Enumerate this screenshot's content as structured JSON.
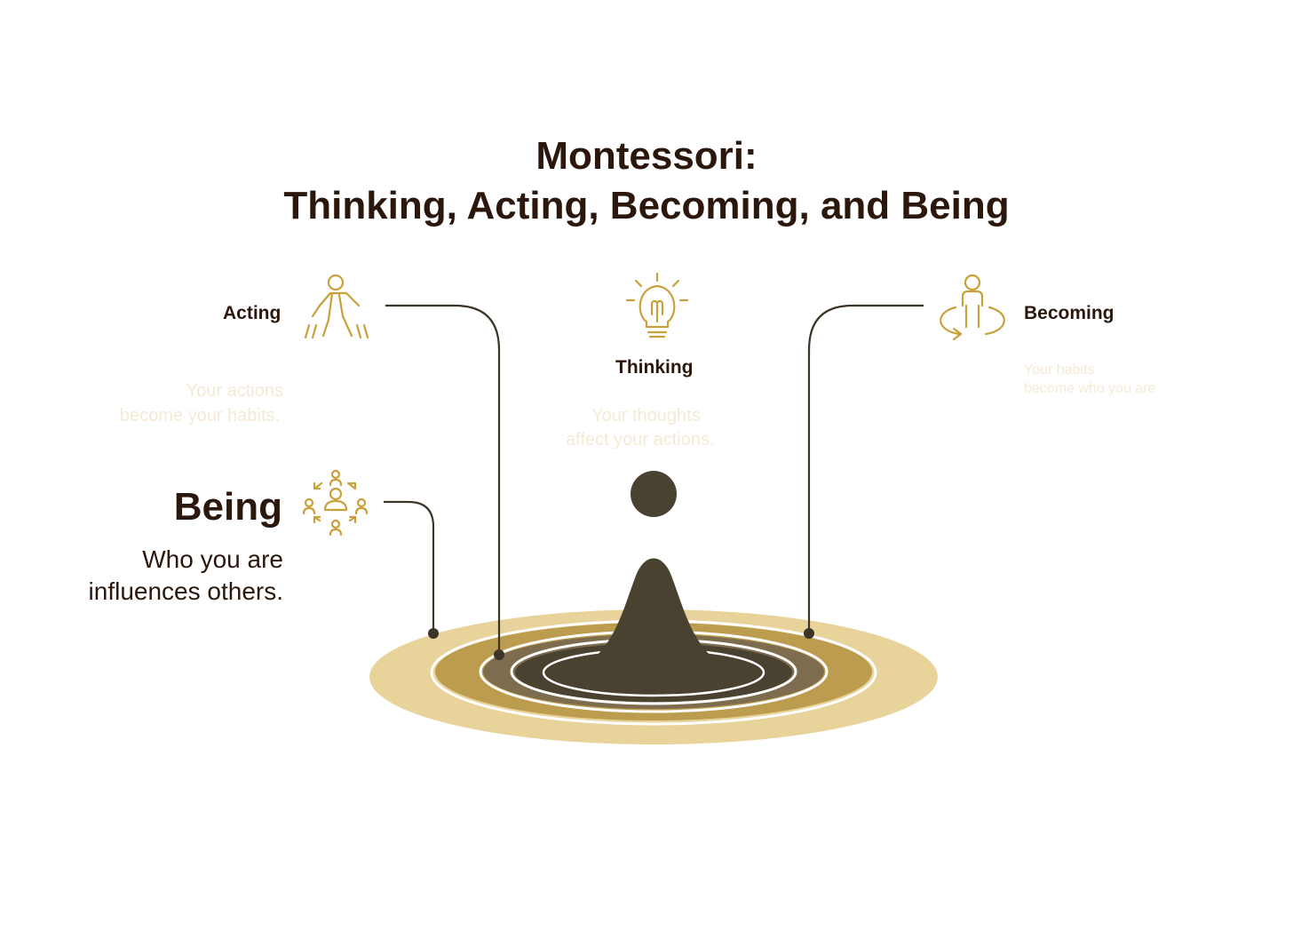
{
  "title": {
    "line1": "Montessori:",
    "line2": "Thinking, Acting, Becoming, and Being"
  },
  "stages": {
    "acting": {
      "label": "Acting",
      "icon": "walking-person-icon",
      "description_line1": "Your actions",
      "description_line2": "become your habits."
    },
    "thinking": {
      "label": "Thinking",
      "icon": "lightbulb-icon",
      "description_line1": "Your thoughts",
      "description_line2": "affect your actions."
    },
    "becoming": {
      "label": "Becoming",
      "icon": "person-rotation-icon",
      "description_line1": "Your habits",
      "description_line2": "become who you are"
    },
    "being": {
      "label": "Being",
      "icon": "community-icon",
      "description_line1": "Who you are",
      "description_line2": "influences others."
    }
  },
  "colors": {
    "title_text": "#2b170c",
    "accent_gold": "#c9a13b",
    "ring_outer": "#e8d39a",
    "ring_mid": "#bc9d4f",
    "ring_inner": "#7d6d4e",
    "drop_dark": "#4a4230",
    "connector": "#3d3428",
    "faint_text": "#f4ead5"
  }
}
